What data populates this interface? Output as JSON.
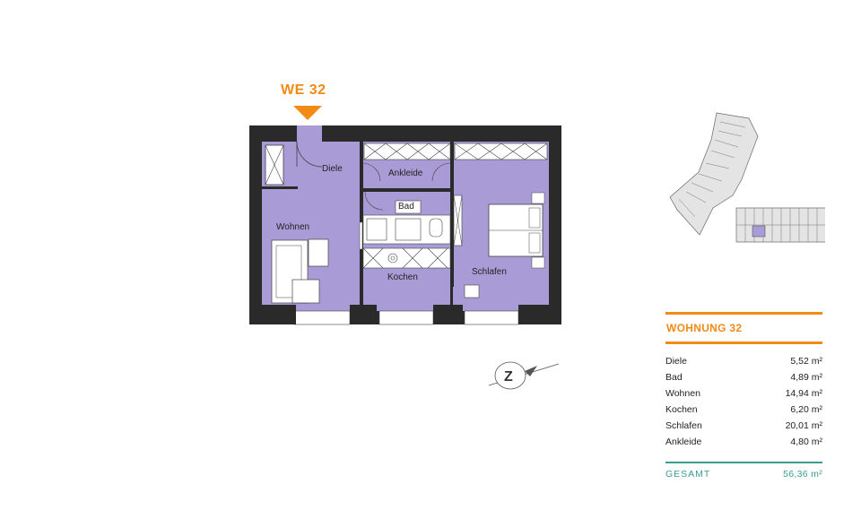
{
  "unit": {
    "label": "WE 32"
  },
  "plan": {
    "rooms": {
      "diele": "Diele",
      "ankleide": "Ankleide",
      "bad": "Bad",
      "wohnen": "Wohnen",
      "kochen": "Kochen",
      "schlafen": "Schlafen"
    }
  },
  "summary": {
    "title": "WOHNUNG 32",
    "rows": [
      {
        "name": "Diele",
        "area": "5,52 m²"
      },
      {
        "name": "Bad",
        "area": "4,89 m²"
      },
      {
        "name": "Wohnen",
        "area": "14,94 m²"
      },
      {
        "name": "Kochen",
        "area": "6,20 m²"
      },
      {
        "name": "Schlafen",
        "area": "20,01 m²"
      },
      {
        "name": "Ankleide",
        "area": "4,80 m²"
      }
    ],
    "total_label": "GESAMT",
    "total_area": "56,36 m²"
  },
  "colors": {
    "accent": "#f28a16",
    "room_fill": "#a99bd6",
    "total": "#3a9d8f"
  },
  "compass": {
    "letter": "Z"
  }
}
